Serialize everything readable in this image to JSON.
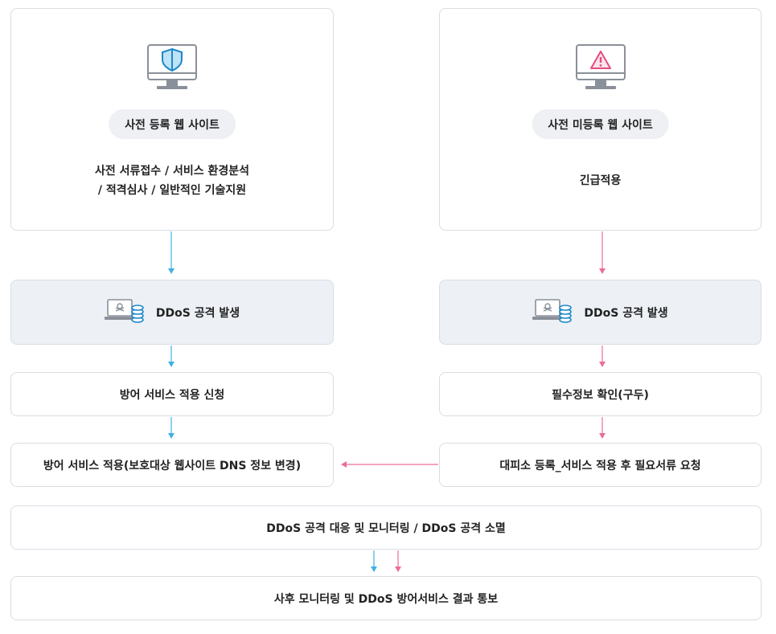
{
  "left_card": {
    "icon": "shield-monitor-icon",
    "title": "사전 등록 웹 사이트",
    "desc_line1": "사전 서류접수 / 서비스 환경분석",
    "desc_line2": "/  적격심사 / 일반적인 기술지원"
  },
  "right_card": {
    "icon": "warning-monitor-icon",
    "title": "사전 미등록 웹 사이트",
    "desc": "긴급적용"
  },
  "left_flow": {
    "attack": "DDoS 공격 발생",
    "apply": "방어 서비스 적용 신청",
    "applied": "방어 서비스 적용(보호대상 웹사이트 DNS 정보 변경)"
  },
  "right_flow": {
    "attack": "DDoS 공격 발생",
    "check": "필수정보 확인(구두)",
    "request": "대피소 등록_서비스 적용 후 필요서류 요청"
  },
  "response": "DDoS 공격 대응 및 모니터링 / DDoS 공격 소멸",
  "report": "사후 모니터링 및 DDoS 방어서비스 결과 통보",
  "colors": {
    "blue_arrow": "#3fb1e3",
    "pink_arrow": "#ec6d98",
    "border": "#d9dde3",
    "gray_box": "#edf0f5",
    "pill": "#eef0f4"
  }
}
